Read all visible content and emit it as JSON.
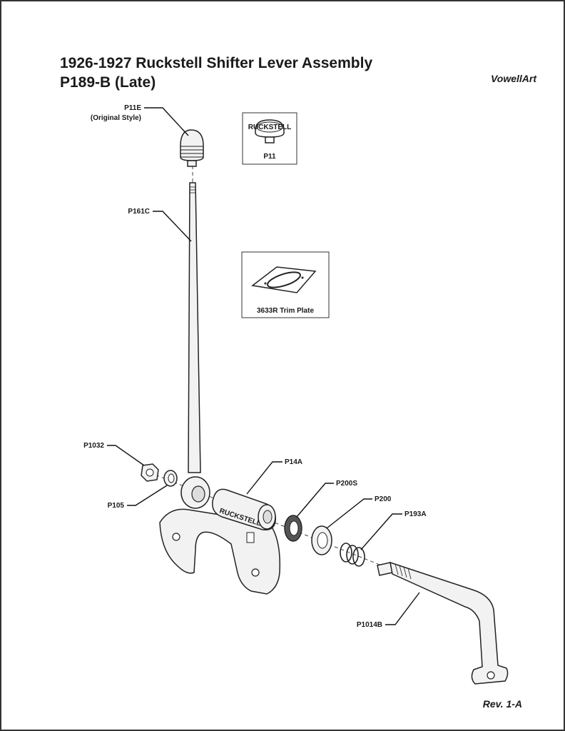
{
  "title": {
    "line1": "1926-1927 Ruckstell Shifter Lever Assembly",
    "line2": "P189-B (Late)"
  },
  "brand": "VowellArt",
  "revision": "Rev. 1-A",
  "inset_boxes": {
    "knob_alt": {
      "label": "P11",
      "engraving": "RUCKSTELL"
    },
    "trim_plate": {
      "label": "3633R Trim Plate"
    }
  },
  "housing_text": "RUCKSTELL",
  "part_labels": {
    "p11e": "P11E",
    "p11e_note": "(Original Style)",
    "p161c": "P161C",
    "p1032": "P1032",
    "p105": "P105",
    "p14a": "P14A",
    "p200s": "P200S",
    "p200": "P200",
    "p193a": "P193A",
    "p1014b": "P1014B"
  }
}
